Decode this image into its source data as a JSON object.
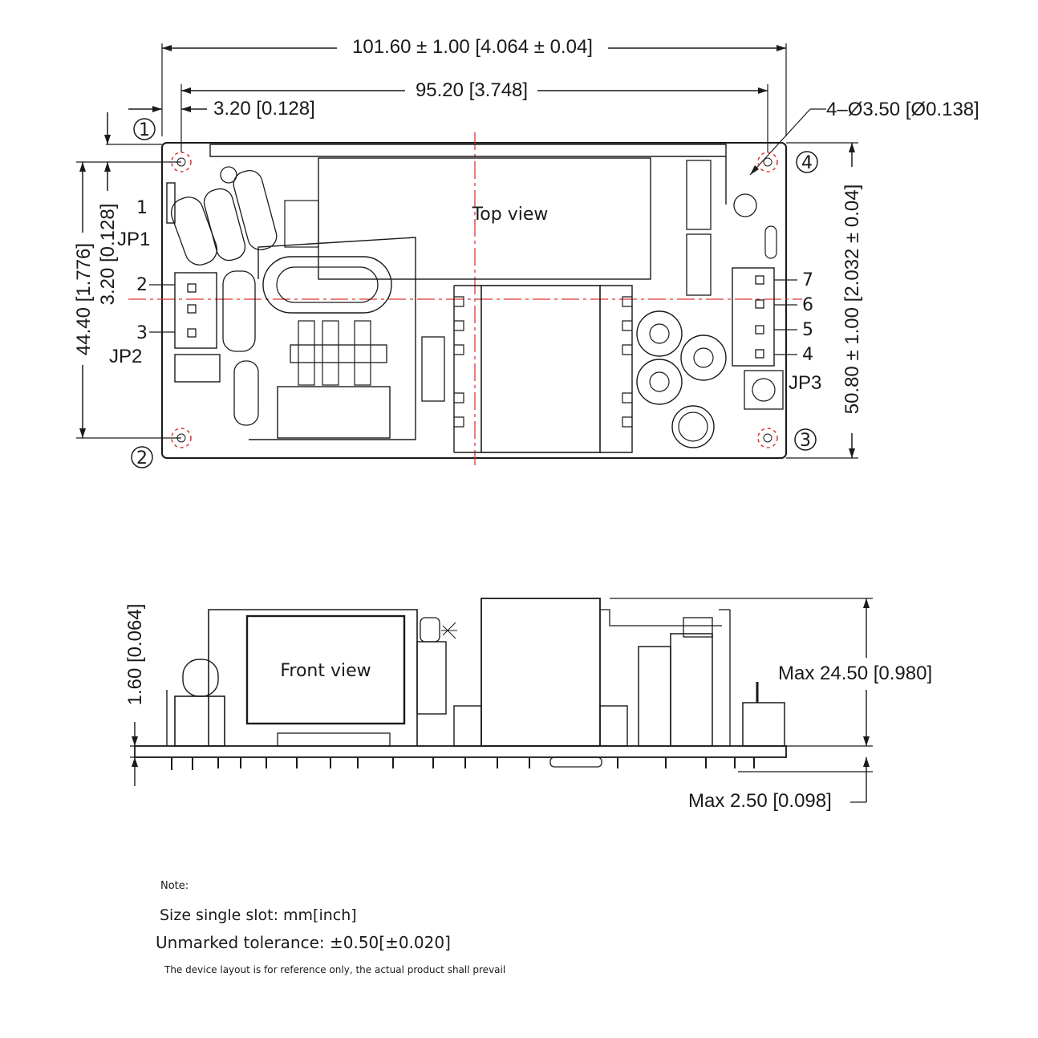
{
  "dimensions": {
    "overall_width": "101.60 ± 1.00 [4.064 ± 0.04]",
    "hole_pitch_x": "95.20 [3.748]",
    "hole_offset_x": "3.20 [0.128]",
    "hole_spec": "4–Ø3.50 [Ø0.138]",
    "hole_offset_y": "3.20 [0.128]",
    "hole_pitch_y": "44.40 [1.776]",
    "overall_height": "50.80 ± 1.00 [2.032 ± 0.04]",
    "pcb_thickness": "1.60 [0.064]",
    "max_height": "Max 24.50 [0.980]",
    "max_bottom": "Max 2.50 [0.098]"
  },
  "views": {
    "top": "Top view",
    "front": "Front view"
  },
  "connectors": {
    "jp1": "JP1",
    "jp2": "JP2",
    "jp3": "JP3",
    "jp1_pin": "1",
    "jp2_pins": [
      "2",
      "3"
    ],
    "jp3_pins": [
      "7",
      "6",
      "5",
      "4"
    ]
  },
  "mounting_holes": [
    "1",
    "2",
    "3",
    "4"
  ],
  "notes": {
    "heading": "Note:",
    "units": "Size single slot: mm[inch]",
    "tolerance": "Unmarked tolerance: ±0.50[±0.020]",
    "disclaimer": "The device layout is for reference only, the actual product shall prevail"
  }
}
